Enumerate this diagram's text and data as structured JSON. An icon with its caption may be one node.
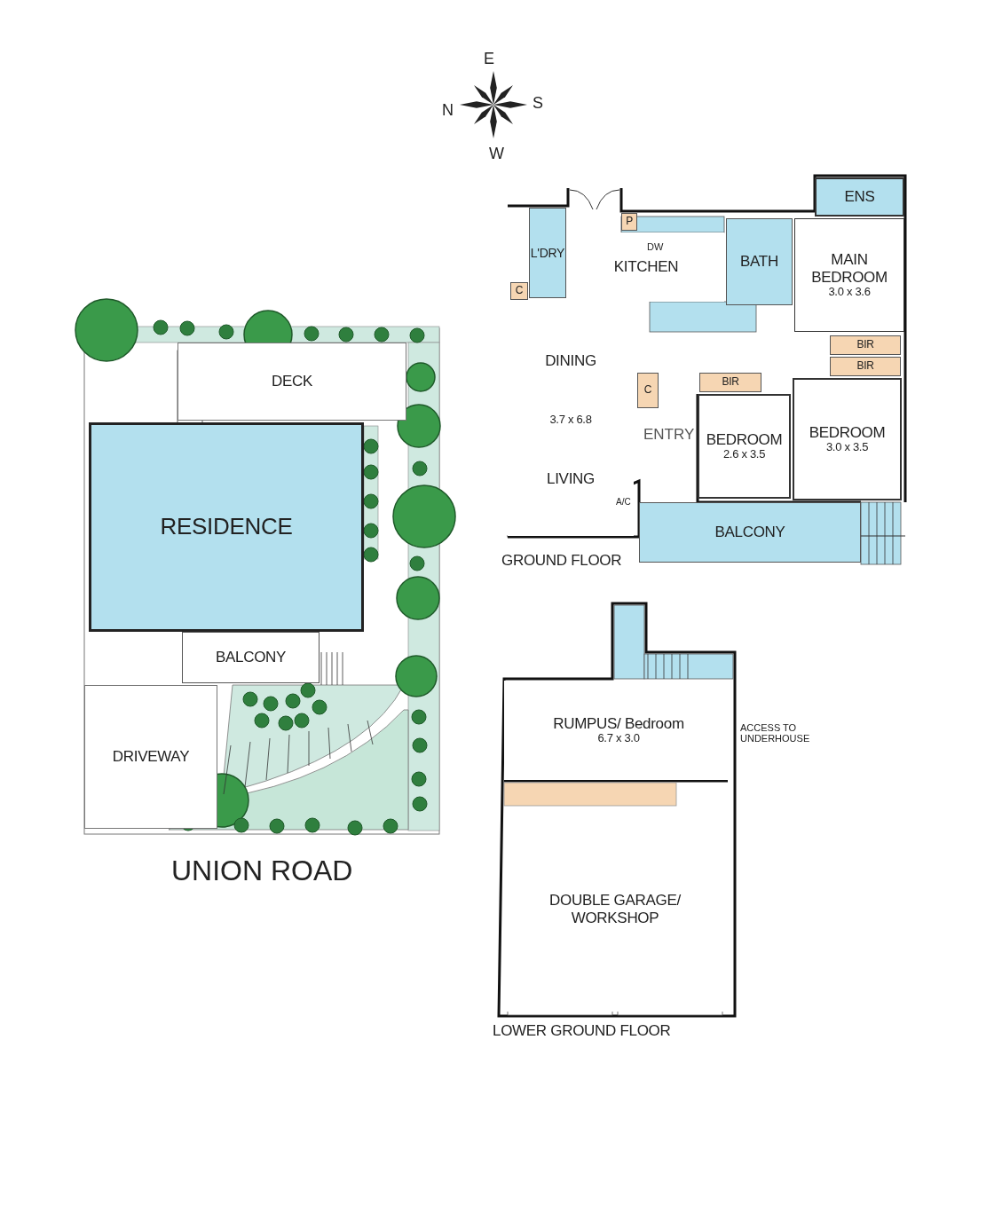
{
  "diagram": {
    "nodes": [
      {
        "text": [
          "DECK"
        ]
      },
      {
        "text": [
          "RESIDENCE"
        ]
      },
      {
        "text": [
          "BALCONY"
        ]
      },
      {
        "text": [
          "DRIVEWAY"
        ]
      },
      {
        "text": [
          "GROUND FLOOR"
        ]
      },
      {
        "text": [
          "C"
        ],
        "in": 4
      },
      {
        "text": [
          "L'DRY"
        ],
        "in": 4
      },
      {
        "text": [
          "P"
        ],
        "in": 4
      },
      {
        "text": [
          "KITCHEN"
        ],
        "in": 4
      },
      {
        "text": [
          "BATH"
        ],
        "in": 4
      },
      {
        "text": [
          "ENS"
        ],
        "in": 4
      },
      {
        "text": [
          "MAIN BEDROOM",
          "3.0 x 3.6"
        ],
        "in": 4
      },
      {
        "text": [
          "DINING",
          "3.7 x 6.8",
          "LIVING"
        ],
        "in": 4
      },
      {
        "text": [
          "C"
        ],
        "in": 4
      },
      {
        "text": [
          "BIR"
        ],
        "in": 4
      },
      {
        "text": [
          "BIR"
        ],
        "in": 4
      },
      {
        "text": [
          "BIR"
        ],
        "in": 4
      },
      {
        "text": [
          "BEDROOM",
          "2.6 x 3.5"
        ],
        "in": 4
      },
      {
        "text": [
          "BEDROOM",
          "3.0 x 3.5"
        ],
        "in": 4
      },
      {
        "text": [
          "BALCONY"
        ],
        "in": 4
      },
      {
        "text": [
          "LOWER GROUND FLOOR"
        ]
      },
      {
        "text": [
          "RUMPUS/ Bedroom",
          "6.7 x 3.0"
        ],
        "in": 20
      },
      {
        "text": [
          "DOUBLE GARAGE/ WORKSHOP"
        ],
        "in": 20
      }
    ],
    "labels": [
      "E",
      "N",
      "S",
      "W",
      "UNION ROAD",
      "DW",
      "ENTRY",
      "A/C",
      "ACCESS TO UNDERHOUSE"
    ]
  }
}
